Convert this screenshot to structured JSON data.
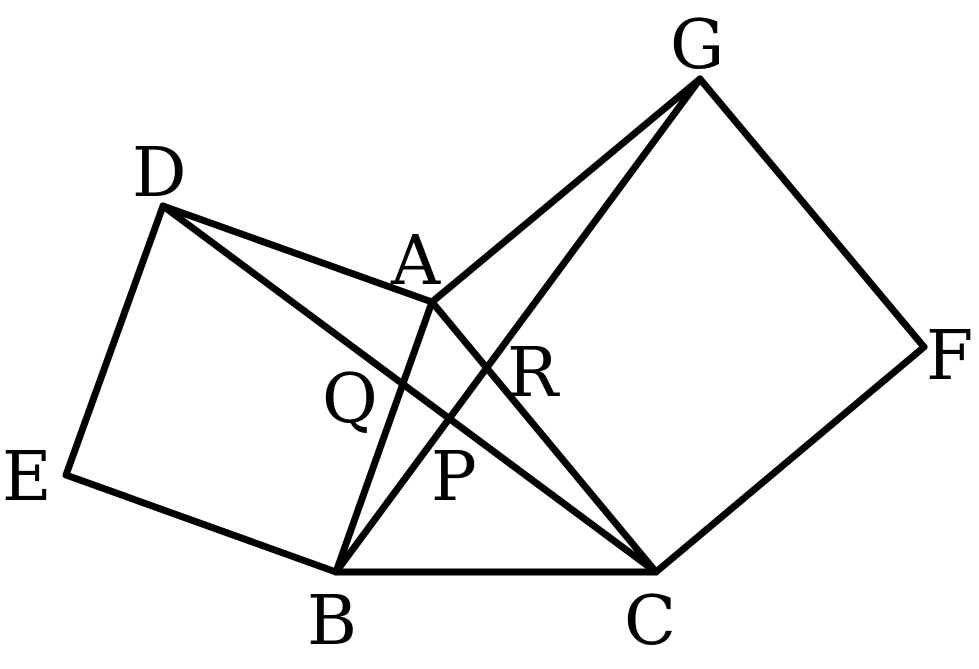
{
  "colors": {
    "background": "#ffffff",
    "stroke": "#000000"
  },
  "labels": {
    "A": "A",
    "B": "B",
    "C": "C",
    "D": "D",
    "E": "E",
    "F": "F",
    "G": "G",
    "P": "P",
    "Q": "Q",
    "R": "R"
  }
}
